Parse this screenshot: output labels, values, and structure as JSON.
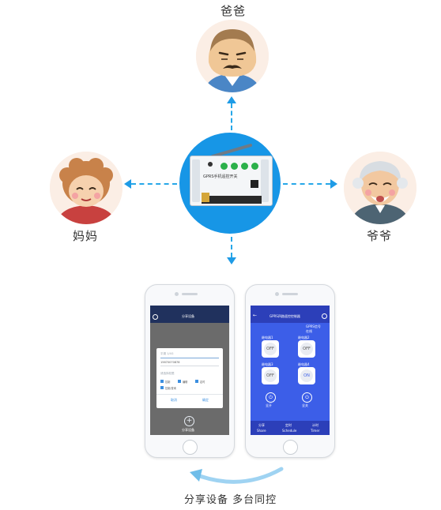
{
  "family": {
    "father": "爸爸",
    "mother": "妈妈",
    "grandpa": "爷爷"
  },
  "device": {
    "label": "GPRS手机遥控开关"
  },
  "phone_left": {
    "title": "分享设备",
    "dialog": {
      "name_placeholder": "平湖 1/4G",
      "phone_value": "15670070878",
      "hint": "请选择权限",
      "checkboxes": [
        "控制",
        "编辑",
        "定时",
        "控制/查询"
      ],
      "cancel": "取消",
      "confirm": "确定"
    },
    "share_label": "分享设备"
  },
  "phone_right": {
    "title": "GPRS四路遥控控制器",
    "signal_line": "GPRS信号",
    "status_line": "在线",
    "channels": [
      {
        "name": "继电器1",
        "state": "OFF"
      },
      {
        "name": "继电器2",
        "state": "OFF"
      },
      {
        "name": "继电器3",
        "state": "OFF"
      },
      {
        "name": "继电器4",
        "state": "ON"
      }
    ],
    "power_all_on": "全开",
    "power_all_off": "全关",
    "tabs": [
      {
        "cn": "分享",
        "en": "Share"
      },
      {
        "cn": "定时",
        "en": "Schedule"
      },
      {
        "cn": "计时",
        "en": "Timer"
      }
    ]
  },
  "caption": "分享设备  多台同控",
  "colors": {
    "accent": "#1796e6",
    "arrow": "#1e9be6",
    "app_blue": "#3c5ee8",
    "nav_blue": "#2c3fb9"
  }
}
